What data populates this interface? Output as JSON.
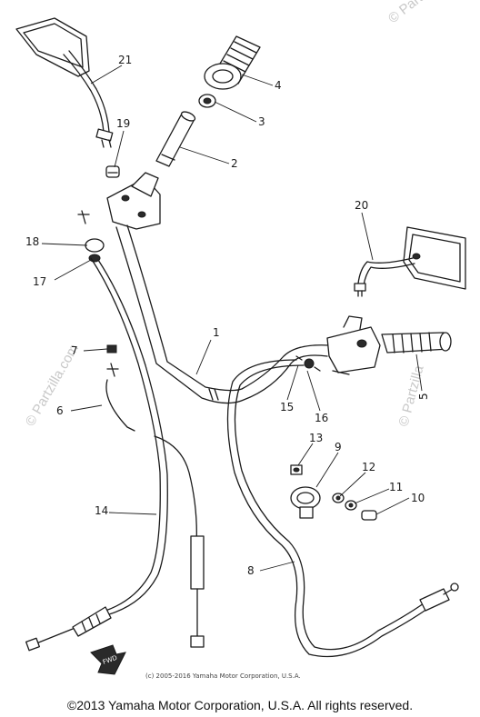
{
  "callouts": [
    {
      "id": "c1",
      "label": "1"
    },
    {
      "id": "c2",
      "label": "2"
    },
    {
      "id": "c3",
      "label": "3"
    },
    {
      "id": "c4",
      "label": "4"
    },
    {
      "id": "c5",
      "label": "5"
    },
    {
      "id": "c6",
      "label": "6"
    },
    {
      "id": "c7",
      "label": "7"
    },
    {
      "id": "c8",
      "label": "8"
    },
    {
      "id": "c9",
      "label": "9"
    },
    {
      "id": "c10",
      "label": "10"
    },
    {
      "id": "c11",
      "label": "11"
    },
    {
      "id": "c12",
      "label": "12"
    },
    {
      "id": "c13",
      "label": "13"
    },
    {
      "id": "c14",
      "label": "14"
    },
    {
      "id": "c15",
      "label": "15"
    },
    {
      "id": "c16",
      "label": "16"
    },
    {
      "id": "c17",
      "label": "17"
    },
    {
      "id": "c18",
      "label": "18"
    },
    {
      "id": "c19",
      "label": "19"
    },
    {
      "id": "c20",
      "label": "20"
    },
    {
      "id": "c21",
      "label": "21"
    }
  ],
  "watermarks": {
    "top_right": "© Partzilla",
    "right_side": "© Partzilla",
    "left_side": "© Partzilla.com"
  },
  "fwd_label": "FWD",
  "inner_copyright": "(c) 2005-2016 Yamaha Motor Corporation, U.S.A.",
  "footer_copyright": "©2013 Yamaha Motor Corporation, U.S.A. All rights reserved."
}
